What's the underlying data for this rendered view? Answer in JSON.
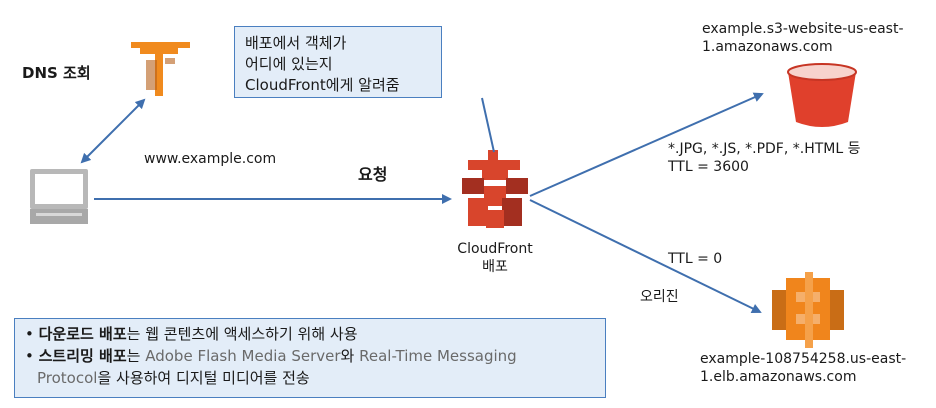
{
  "dns_label": "DNS 조회",
  "domain_label": "www.example.com",
  "request_label": "요청",
  "callout": {
    "line1": "배포에서 객체가",
    "line2": "어디에 있는지",
    "line3": "CloudFront에게 알려줌"
  },
  "cloudfront": {
    "name": "CloudFront",
    "sub": "배포"
  },
  "s3": {
    "host_line1": "example.s3-website-us-east-",
    "host_line2": "1.amazonaws.com",
    "file_types": "*.JPG, *.JS, *.PDF, *.HTML 등",
    "ttl": "TTL = 3600"
  },
  "elb": {
    "ttl": "TTL = 0",
    "origin_label": "오리진",
    "host_line1": "example-108754258.us-east-",
    "host_line2": "1.elb.amazonaws.com"
  },
  "notes": {
    "item1_bold": "다운로드 배포",
    "item1_rest": "는 웹 콘텐츠에 액세스하기 위해 사용",
    "item2_bold": "스트리밍 배포",
    "item2_mid1": "는 ",
    "item2_gray1": "Adobe Flash Media Server",
    "item2_mid2": "와 ",
    "item2_gray2": "Real-Time Messaging",
    "item2_gray3": "Protocol",
    "item2_rest": "을 사용하여 디지털 미디어를 전송"
  },
  "colors": {
    "arrow": "#3f6fae",
    "route53": "#f08a1e",
    "cloudfront": "#d8452c",
    "s3": "#e0402c",
    "elb": "#f0851c",
    "box_fill": "#e3edf8",
    "box_border": "#4a7fc0"
  }
}
